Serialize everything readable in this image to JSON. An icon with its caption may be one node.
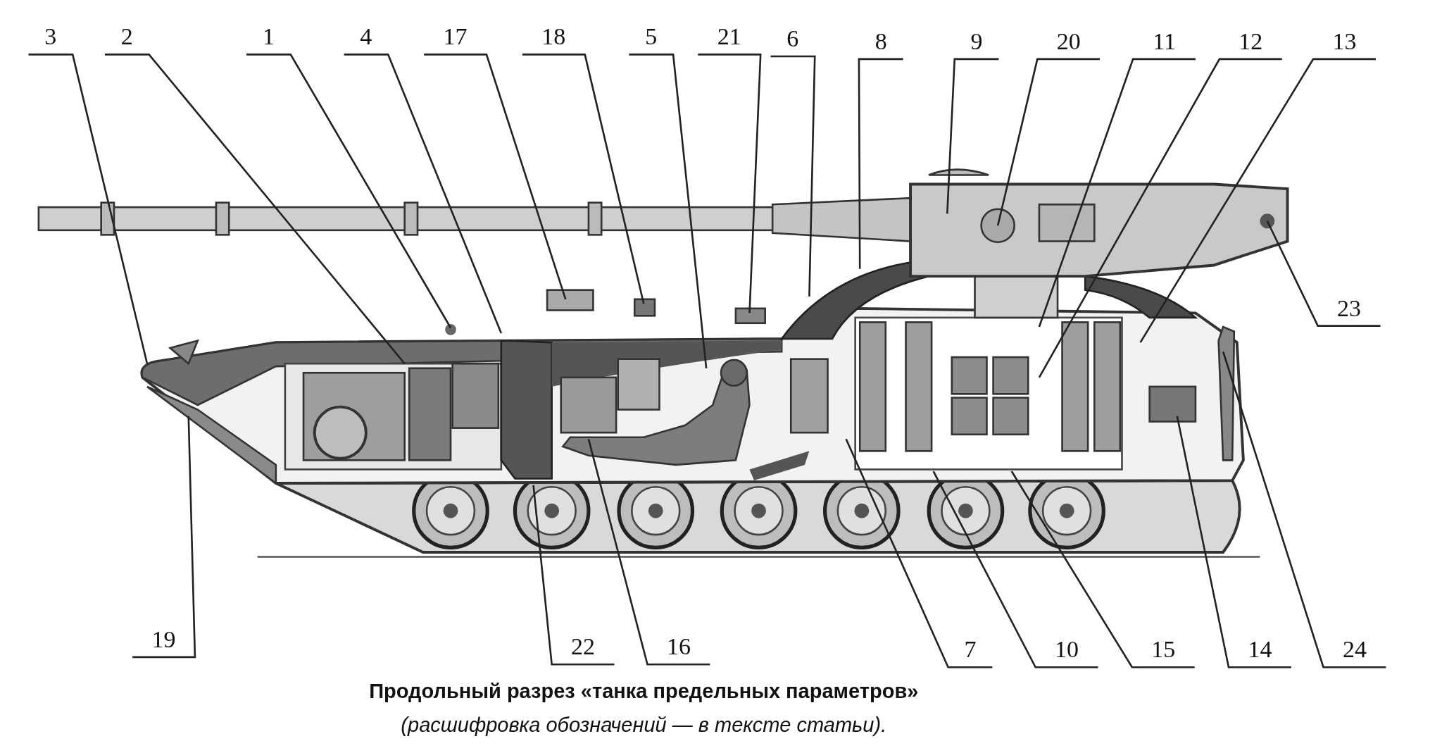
{
  "diagram": {
    "caption": "Продольный разрез «танка предельных параметров»",
    "nodes": [
      {
        "text": [
          "3"
        ]
      },
      {
        "text": [
          "2"
        ]
      },
      {
        "text": [
          "1"
        ]
      },
      {
        "text": [
          "4"
        ]
      },
      {
        "text": [
          "17"
        ]
      },
      {
        "text": [
          "18"
        ]
      },
      {
        "text": [
          "5"
        ]
      },
      {
        "text": [
          "21"
        ]
      },
      {
        "text": [
          "6"
        ]
      },
      {
        "text": [
          "8"
        ]
      },
      {
        "text": [
          "9"
        ]
      },
      {
        "text": [
          "20"
        ]
      },
      {
        "text": [
          "11"
        ]
      },
      {
        "text": [
          "12"
        ]
      },
      {
        "text": [
          "13"
        ]
      },
      {
        "text": [
          "23"
        ]
      },
      {
        "text": [
          "19"
        ]
      },
      {
        "text": [
          "22"
        ]
      },
      {
        "text": [
          "16"
        ]
      },
      {
        "text": [
          "7"
        ]
      },
      {
        "text": [
          "10"
        ]
      },
      {
        "text": [
          "15"
        ]
      },
      {
        "text": [
          "14"
        ]
      },
      {
        "text": [
          "24"
        ]
      }
    ],
    "edges": [
      {
        "from": 0,
        "to": null,
        "arrow": "none"
      },
      {
        "from": 1,
        "to": null,
        "arrow": "none"
      },
      {
        "from": 2,
        "to": null,
        "arrow": "none"
      },
      {
        "from": 3,
        "to": null,
        "arrow": "none"
      },
      {
        "from": 4,
        "to": null,
        "arrow": "none"
      },
      {
        "from": 5,
        "to": null,
        "arrow": "none"
      },
      {
        "from": 6,
        "to": null,
        "arrow": "none"
      },
      {
        "from": 7,
        "to": null,
        "arrow": "none"
      },
      {
        "from": 8,
        "to": null,
        "arrow": "none"
      },
      {
        "from": 9,
        "to": null,
        "arrow": "none"
      },
      {
        "from": 10,
        "to": null,
        "arrow": "none"
      },
      {
        "from": 11,
        "to": null,
        "arrow": "none"
      },
      {
        "from": 12,
        "to": null,
        "arrow": "none"
      },
      {
        "from": 13,
        "to": null,
        "arrow": "none"
      },
      {
        "from": 14,
        "to": null,
        "arrow": "none"
      },
      {
        "from": 15,
        "to": null,
        "arrow": "none"
      },
      {
        "from": 16,
        "to": null,
        "arrow": "none"
      },
      {
        "from": 17,
        "to": null,
        "arrow": "none"
      },
      {
        "from": 18,
        "to": null,
        "arrow": "none"
      },
      {
        "from": 19,
        "to": null,
        "arrow": "none"
      },
      {
        "from": 20,
        "to": null,
        "arrow": "none"
      },
      {
        "from": 21,
        "to": null,
        "arrow": "none"
      },
      {
        "from": 22,
        "to": null,
        "arrow": "none"
      },
      {
        "from": 23,
        "to": null,
        "arrow": "none"
      }
    ],
    "labels": [
      "(расшифровка обозначений — в тексте статьи)."
    ]
  }
}
